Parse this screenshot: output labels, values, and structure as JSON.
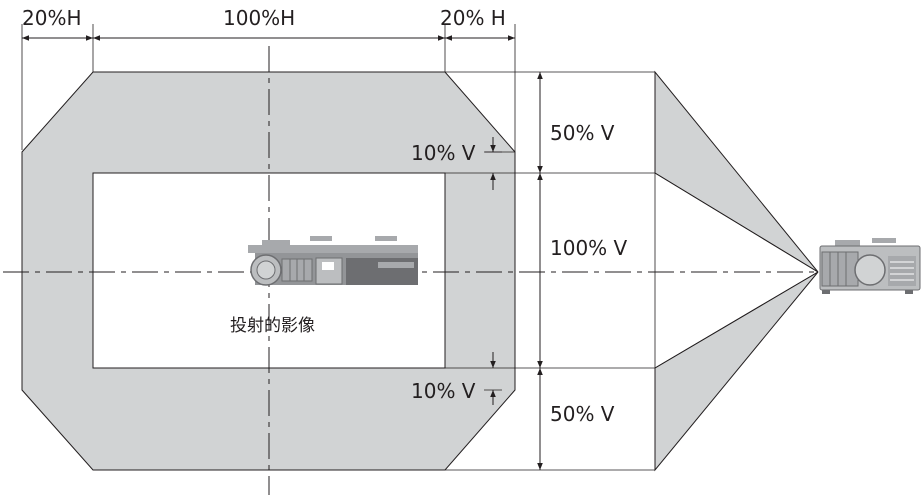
{
  "diagram": {
    "labels": {
      "h_left": "20%H",
      "h_center": "100%H",
      "h_right": "20% H",
      "v_top_offset": "10% V",
      "v_top": "50% V",
      "v_center": "100% V",
      "v_bottom_offset": "10% V",
      "v_bottom": "50% V",
      "projected_image": "投射的影像"
    },
    "colors": {
      "shift_area": "#d1d3d4",
      "line": "#231f20",
      "image_area": "#ffffff",
      "projector_body": "#a7a9ac",
      "projector_dark": "#6d6e71"
    },
    "icons": [
      "projector-top-view-icon",
      "projector-front-view-icon"
    ]
  }
}
